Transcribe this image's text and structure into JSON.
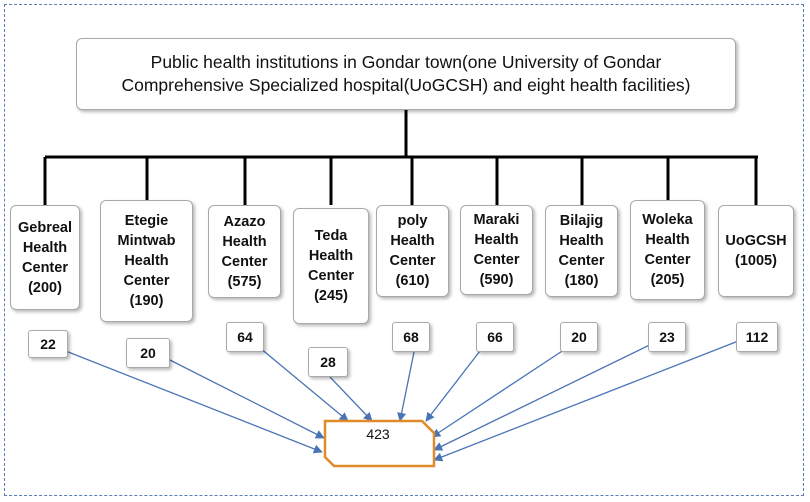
{
  "title": {
    "lines": [
      "Public health institutions in Gondar town(one University of Gondar",
      "Comprehensive Specialized hospital(UoGCSH) and eight health facilities)"
    ]
  },
  "facilities": [
    {
      "lines": [
        "Gebreal",
        "Health",
        "Center",
        "(200)"
      ],
      "count": "22"
    },
    {
      "lines": [
        "Etegie",
        "Mintwab",
        "Health",
        "Center",
        "(190)"
      ],
      "count": "20"
    },
    {
      "lines": [
        "Azazo",
        "Health",
        "Center",
        "(575)"
      ],
      "count": "64"
    },
    {
      "lines": [
        "Teda",
        "Health",
        "Center",
        "(245)"
      ],
      "count": "28"
    },
    {
      "lines": [
        "poly",
        "Health",
        "Center",
        "(610)"
      ],
      "count": "68"
    },
    {
      "lines": [
        "Maraki",
        "Health",
        "Center",
        "(590)"
      ],
      "count": "66"
    },
    {
      "lines": [
        "Bilajig",
        "Health",
        "Center",
        "(180)"
      ],
      "count": "20"
    },
    {
      "lines": [
        "Woleka",
        "Health",
        "Center",
        "(205)"
      ],
      "count": "23"
    },
    {
      "lines": [
        "UoGCSH",
        "(1005)"
      ],
      "count": "112"
    }
  ],
  "total": "423",
  "colors": {
    "arrow": "#4a74b5",
    "total_border": "#e08a2a",
    "frame": "#5b7fb3"
  }
}
